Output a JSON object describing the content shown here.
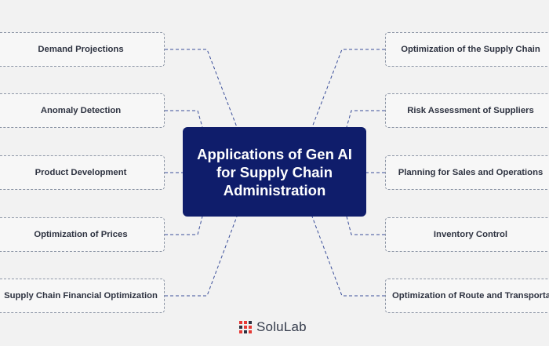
{
  "center": {
    "title_line1": "Applications of Gen AI",
    "title_line2": "for Supply Chain",
    "title_line3": "Administration"
  },
  "left_items": [
    "Demand Projections",
    "Anomaly Detection",
    "Product Development",
    "Optimization of Prices",
    "Supply Chain Financial Optimization"
  ],
  "right_items": [
    "Optimization of the Supply Chain",
    "Risk Assessment of Suppliers",
    "Planning for Sales and Operations",
    "Inventory Control",
    "Optimization of Route and Transportation"
  ],
  "brand": {
    "name": "SoluLab",
    "logo_icon": "solulab-logo-icon"
  },
  "colors": {
    "center_bg": "#0f1d6b",
    "connector": "#3b4f9a",
    "box_border": "#8d96a6",
    "logo_accent": "#e53935"
  }
}
